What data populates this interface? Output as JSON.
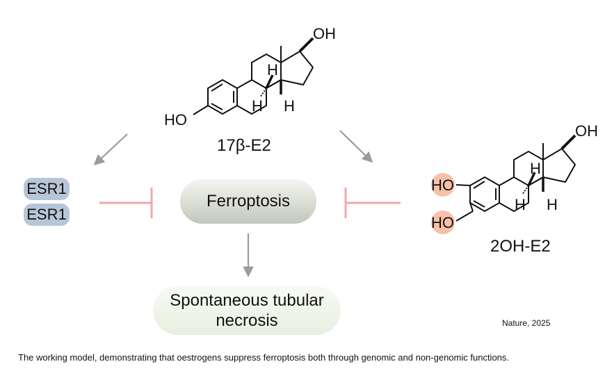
{
  "molecules": {
    "e2": {
      "name": "17β-E2",
      "atoms": {
        "hydroxyl_top": "OH",
        "hydroxyl_left": "HO",
        "h1": "H",
        "h2": "H",
        "h3": "H"
      }
    },
    "oh_e2": {
      "name": "2OH-E2",
      "atoms": {
        "hydroxyl_top": "OH",
        "hydroxyl_a": "HO",
        "hydroxyl_b": "HO",
        "h1": "H",
        "h2": "H",
        "h3": "H"
      }
    }
  },
  "receptors": {
    "top": "ESR1",
    "bottom": "ESR1"
  },
  "process": {
    "label": "Ferroptosis"
  },
  "outcome": {
    "line1": "Spontaneous tubular",
    "line2": "necrosis"
  },
  "citation": "Nature, 2025",
  "caption": "The working model, demonstrating that oestrogens suppress ferroptosis both through genomic and non-genomic functions.",
  "colors": {
    "arrow": "#9b9b9b",
    "inhibition": "#f2a8a8",
    "receptor": "#b7c6d6",
    "hydroxyl_highlight": "#f7c1a8"
  }
}
